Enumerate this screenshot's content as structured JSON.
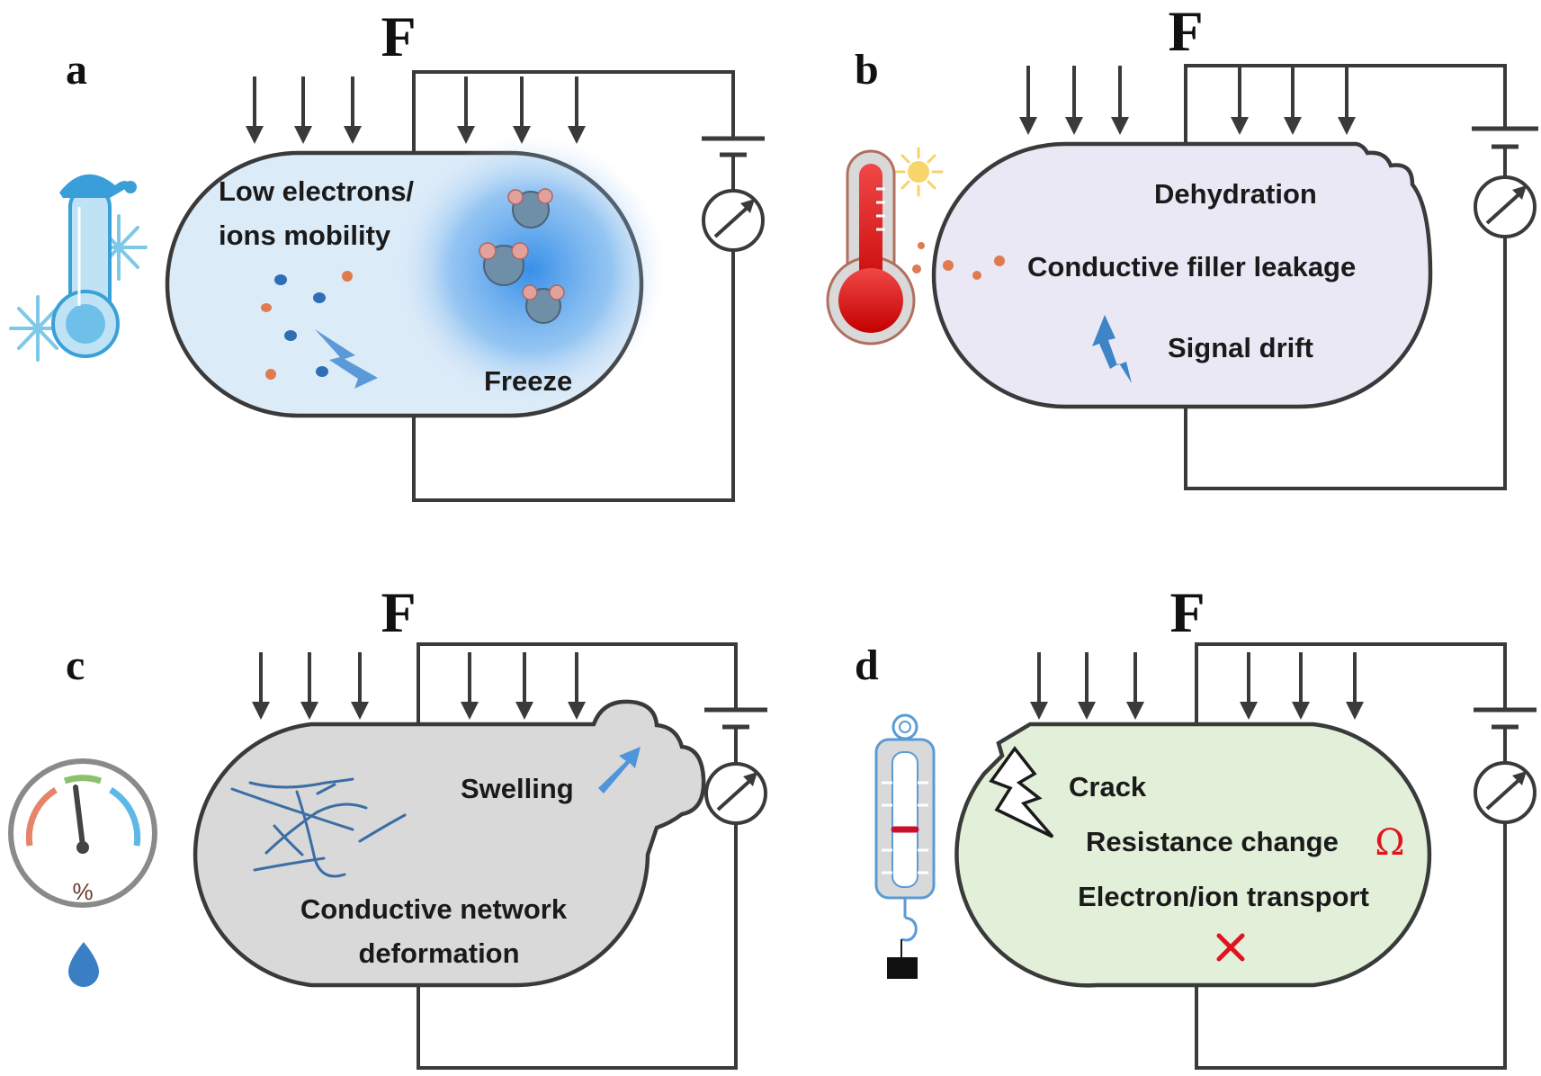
{
  "force_label": "F",
  "colors": {
    "outline": "#3a3a3a",
    "panel_a_fill": "#dcebf8",
    "panel_b_fill": "#ebe8f6",
    "panel_c_fill": "#d9d9d9",
    "panel_d_fill": "#e2efd9",
    "accent_blue": "#3d85c6",
    "accent_red": "#e0141e",
    "particle_orange": "#e07b4f"
  },
  "panels": [
    {
      "letter": "a",
      "labels": [
        "Low electrons/",
        "ions mobility",
        "Freeze"
      ],
      "icon": "cold-thermometer-snowflake-icon"
    },
    {
      "letter": "b",
      "labels": [
        "Dehydration",
        "Conductive filler leakage",
        "Signal drift"
      ],
      "icon": "hot-thermometer-sun-icon"
    },
    {
      "letter": "c",
      "labels": [
        "Swelling",
        "Conductive network",
        "deformation"
      ],
      "icon": "humidity-gauge-icon",
      "gauge_unit": "%"
    },
    {
      "letter": "d",
      "labels": [
        "Crack",
        "Resistance change",
        "Electron/ion transport"
      ],
      "symbols": {
        "omega": "Ω",
        "cross": "✕"
      },
      "icon": "spring-scale-icon"
    }
  ]
}
